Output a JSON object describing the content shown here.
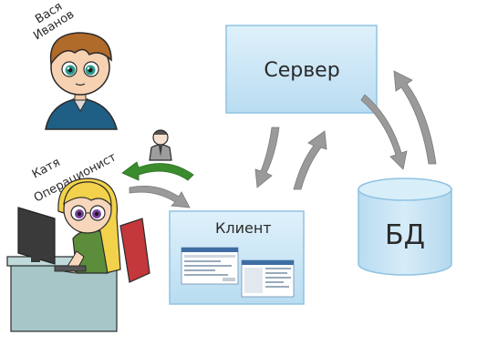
{
  "labels": {
    "person_top": [
      "Вася",
      "Иванов"
    ],
    "person_bottom": [
      "Катя",
      "Операционист"
    ],
    "server": "Сервер",
    "client": "Клиент",
    "database": "БД"
  },
  "colors": {
    "box_fill": "#c9e6f6",
    "box_stroke": "#8fc3e2",
    "arrow_gray": "#9a9a9a",
    "arrow_green": "#3a8c2c",
    "ink": "#2a2a2a"
  }
}
